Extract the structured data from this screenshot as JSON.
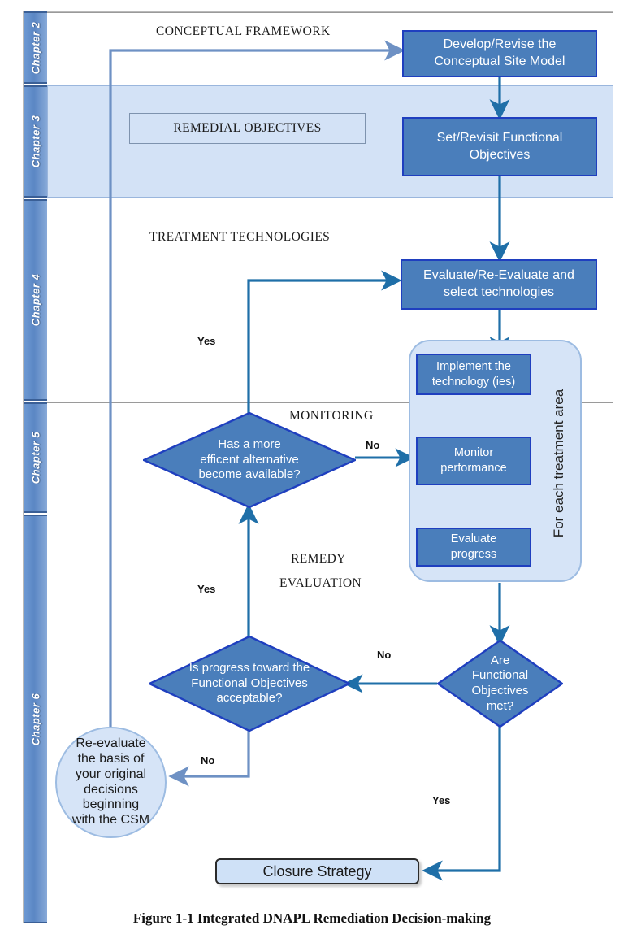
{
  "figure": {
    "caption": "Figure 1-1 Integrated DNAPL Remediation Decision-making"
  },
  "chapters": [
    {
      "label": "Chapter 2"
    },
    {
      "label": "Chapter 3"
    },
    {
      "label": "Chapter 4"
    },
    {
      "label": "Chapter 5"
    },
    {
      "label": "Chapter 6"
    }
  ],
  "sections": [
    {
      "name": "conceptual-framework",
      "text": "CONCEPTUAL FRAMEWORK"
    },
    {
      "name": "treatment-technologies",
      "text": "TREATMENT TECHNOLOGIES"
    },
    {
      "name": "monitoring",
      "text": "MONITORING"
    },
    {
      "name": "remedy-evaluation-line1",
      "text": "REMEDY"
    },
    {
      "name": "remedy-evaluation-line2",
      "text": "EVALUATION"
    }
  ],
  "remedial_objectives_box": {
    "text": "REMEDIAL OBJECTIVES"
  },
  "nodes": {
    "develop_csm": {
      "line1": "Develop/Revise the",
      "line2": "Conceptual Site Model"
    },
    "set_objectives": {
      "line1": "Set/Revisit Functional",
      "line2": "Objectives"
    },
    "evaluate_tech": {
      "line1": "Evaluate/Re-Evaluate and",
      "line2": "select technologies"
    },
    "implement": {
      "line1": "Implement the",
      "line2": "technology (ies)"
    },
    "monitor": {
      "line1": "Monitor",
      "line2": "performance"
    },
    "evaluate_progress": {
      "line1": "Evaluate",
      "line2": "progress"
    },
    "treatment_area_label": {
      "text": "For each treatment area"
    },
    "alternative_decision": {
      "line1": "Has a more",
      "line2": "efficent alternative",
      "line3": "become available?"
    },
    "progress_decision": {
      "line1": "Is progress toward the",
      "line2": "Functional Objectives",
      "line3": "acceptable?"
    },
    "objectives_met_decision": {
      "line1": "Are",
      "line2": "Functional",
      "line3": "Objectives",
      "line4": "met?"
    },
    "reevaluate_circle": {
      "line1": "Re-evaluate",
      "line2": "the basis of",
      "line3": "your original",
      "line4": "decisions",
      "line5": "beginning",
      "line6": "with the CSM"
    },
    "closure": {
      "text": "Closure Strategy"
    }
  },
  "edge_labels": {
    "alt_yes": "Yes",
    "alt_no": "No",
    "progress_yes": "Yes",
    "progress_no": "No",
    "met_no": "No",
    "met_yes": "Yes"
  },
  "colors": {
    "process_fill": "#4a7ebb",
    "process_border": "#1f3fbf",
    "decision_fill": "#4a7ebb",
    "decision_border": "#1f3fbf",
    "band_fill": "#d3e2f6",
    "chapter_tab": "#5b87c4",
    "connector": "#1f6fa8",
    "soft_fill": "#d6e4f7",
    "closure_fill": "#cfe1f7"
  }
}
